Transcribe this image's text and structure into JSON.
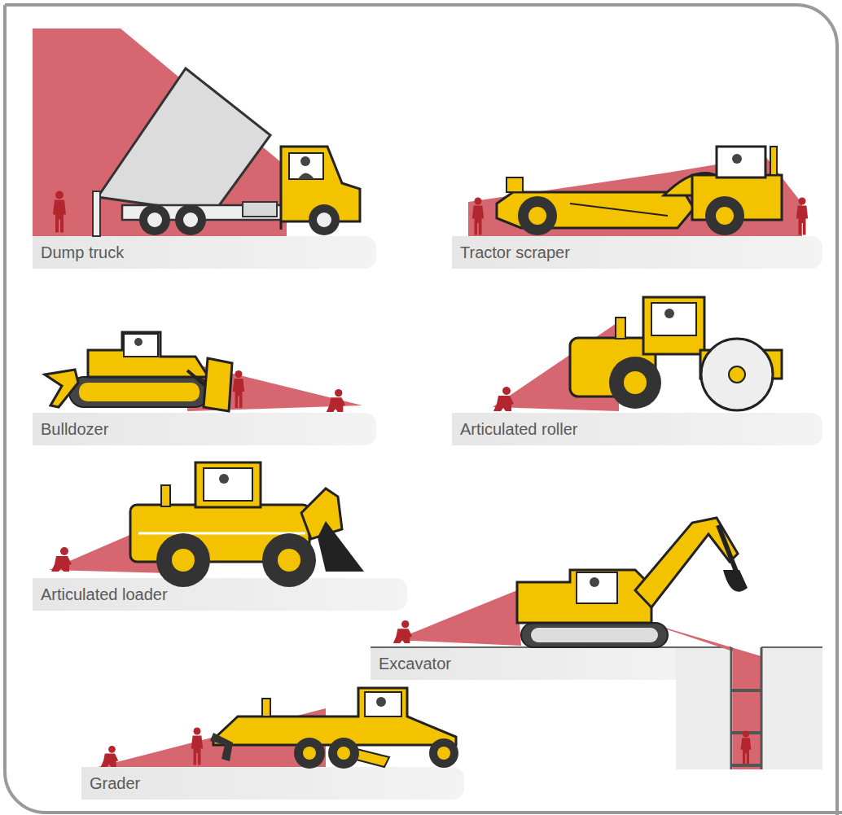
{
  "diagram": {
    "nodes": [
      {
        "text": [
          "Dump truck"
        ]
      },
      {
        "text": [
          "Tractor scraper"
        ]
      },
      {
        "text": [
          "Bulldozer"
        ]
      },
      {
        "text": [
          "Articulated roller"
        ]
      },
      {
        "text": [
          "Articulated loader"
        ]
      },
      {
        "text": [
          "Excavator"
        ]
      },
      {
        "text": [
          "Grader"
        ]
      }
    ]
  }
}
